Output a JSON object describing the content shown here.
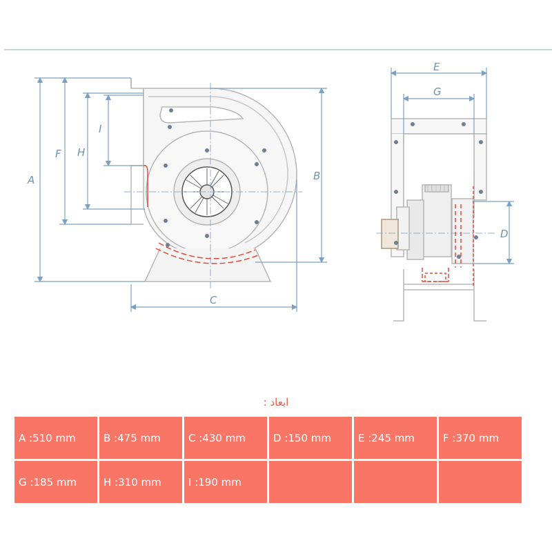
{
  "drawing": {
    "side_view_labels": {
      "a": "A",
      "b": "B",
      "c": "C",
      "f": "F",
      "h": "H",
      "i": "I"
    },
    "front_view_labels": {
      "d": "D",
      "e": "E",
      "g": "G"
    }
  },
  "caption": "ابعاد :",
  "dimensions": [
    [
      "A :510 mm",
      "B :475 mm",
      "C :430 mm",
      "D :150 mm",
      "E :245 mm",
      "F :370 mm"
    ],
    [
      "G :185 mm",
      "H :310 mm",
      "I :190 mm",
      "",
      "",
      ""
    ]
  ],
  "colors": {
    "dimension_line": "#7aa0c4",
    "outline": "#b5b5b5",
    "accent": "#e24b3a",
    "cell": "#f97667"
  }
}
